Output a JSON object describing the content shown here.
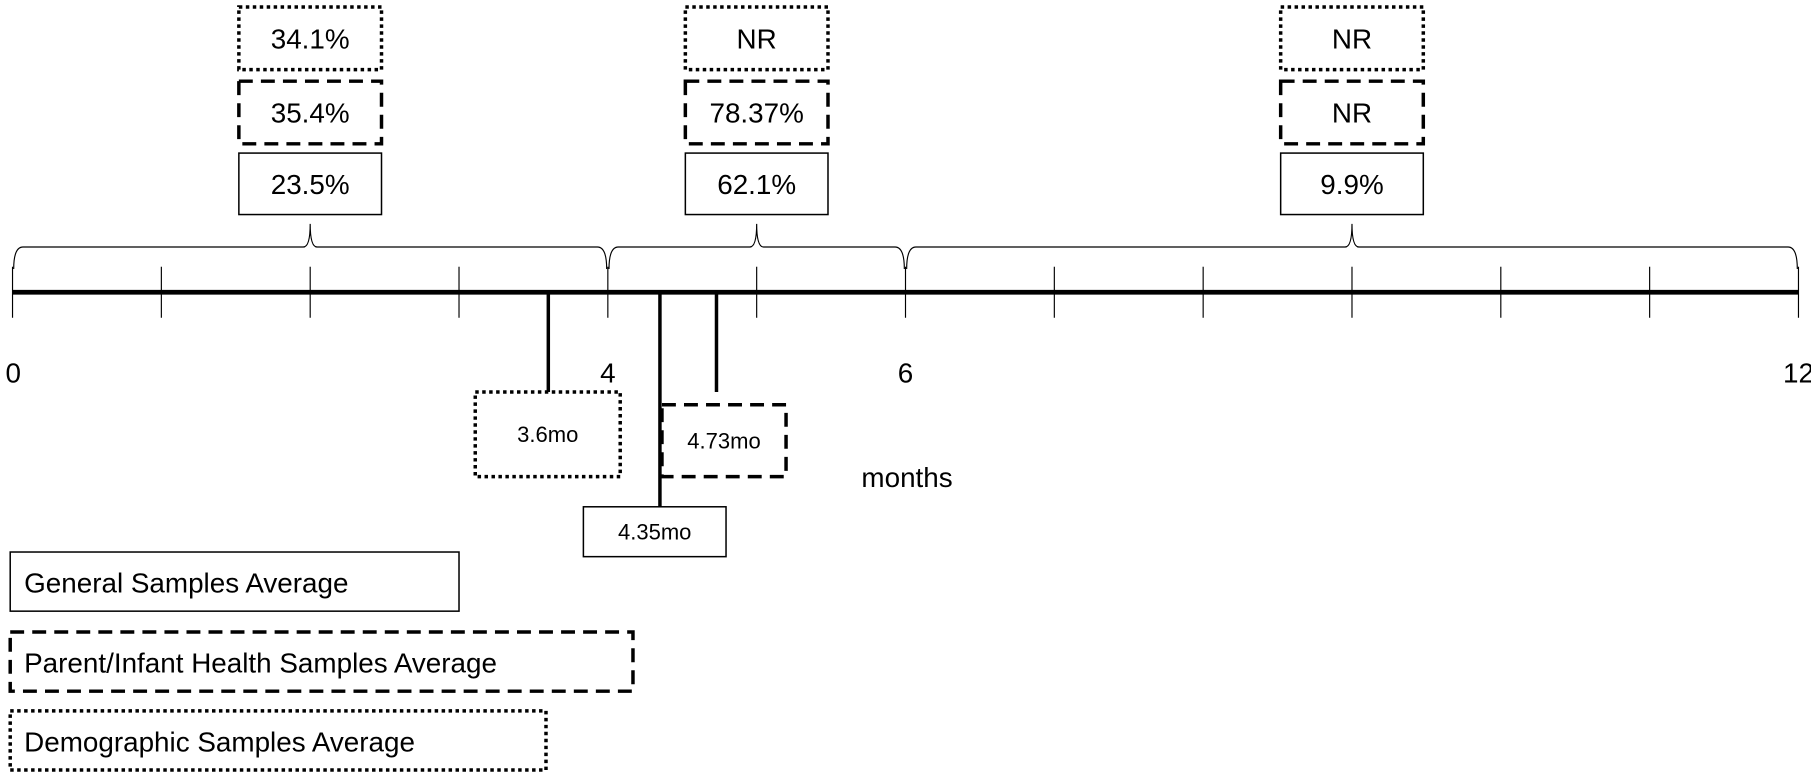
{
  "axis": {
    "min_month": 0,
    "max_month": 12,
    "tick_labels": [
      "0",
      "4",
      "6",
      "12"
    ],
    "tick_label_values": [
      0,
      4,
      6,
      12
    ],
    "unit_label": "months"
  },
  "periods": [
    {
      "range": [
        0,
        4
      ],
      "general": "23.5%",
      "parent_infant": "35.4%",
      "demographic": "34.1%"
    },
    {
      "range": [
        4,
        6
      ],
      "general": "62.1%",
      "parent_infant": "78.37%",
      "demographic": "NR"
    },
    {
      "range": [
        6,
        12
      ],
      "general": "9.9%",
      "parent_infant": "NR",
      "demographic": "NR"
    }
  ],
  "averages": [
    {
      "series": "demographic",
      "month": 3.6,
      "label": "3.6mo"
    },
    {
      "series": "general",
      "month": 4.35,
      "label": "4.35mo"
    },
    {
      "series": "parent_infant",
      "month": 4.73,
      "label": "4.73mo"
    }
  ],
  "legend": [
    {
      "series": "general",
      "label": "General Samples Average"
    },
    {
      "series": "parent_infant",
      "label": "Parent/Infant Health Samples Average"
    },
    {
      "series": "demographic",
      "label": "Demographic Samples Average"
    }
  ]
}
